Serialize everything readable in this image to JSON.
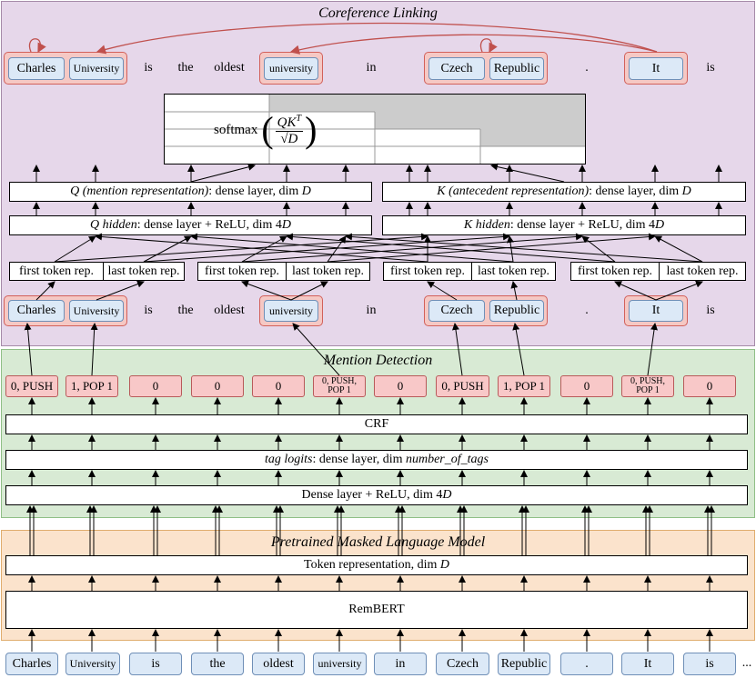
{
  "panels": {
    "coreference_title": "Coreference Linking",
    "mention_title": "Mention Detection",
    "plm_title": "Pretrained Masked Language Model"
  },
  "coref": {
    "softmax_label": "softmax",
    "q_hidden_italic": "Q hidden",
    "q_hidden_rest": ": dense layer + ReLU, dim 4",
    "q_hidden_dim": "D",
    "k_hidden_italic": "K hidden",
    "k_hidden_rest": ": dense layer + ReLU, dim 4",
    "k_hidden_dim": "D",
    "q_repr_italic": "Q (mention representation)",
    "q_repr_rest": ": dense layer, dim ",
    "q_repr_dim": "D",
    "k_repr_italic": "K (antecedent representation)",
    "k_repr_rest": ": dense layer, dim ",
    "k_repr_dim": "D",
    "first_token_rep": "first token rep.",
    "last_token_rep": "last token rep."
  },
  "words_top": [
    "Charles",
    "University",
    "is",
    "the",
    "oldest",
    "university",
    "in",
    "Czech",
    "Republic",
    ".",
    "It",
    "is"
  ],
  "words_mid": [
    "Charles",
    "University",
    "is",
    "the",
    "oldest",
    "university",
    "in",
    "Czech",
    "Republic",
    ".",
    "It",
    "is"
  ],
  "tags": [
    "0, PUSH",
    "1, POP 1",
    "0",
    "0",
    "0",
    "0, PUSH, POP 1",
    "0",
    "0, PUSH",
    "1, POP 1",
    "0",
    "0, PUSH, POP 1",
    "0"
  ],
  "mention": {
    "crf": "CRF",
    "tag_logits_italic": "tag logits",
    "tag_logits_rest": ": dense layer, dim ",
    "tag_logits_dim": "number_of_tags",
    "dense_relu": "Dense layer + ReLU, dim 4",
    "dense_relu_dim": "D"
  },
  "plm": {
    "token_rep": "Token representation, dim ",
    "token_rep_dim": "D",
    "rembert": "RemBERT"
  },
  "input_tokens": [
    "Charles",
    "University",
    "is",
    "the",
    "oldest",
    "university",
    "in",
    "Czech",
    "Republic",
    ".",
    "It",
    "is"
  ],
  "ellipsis": "..."
}
